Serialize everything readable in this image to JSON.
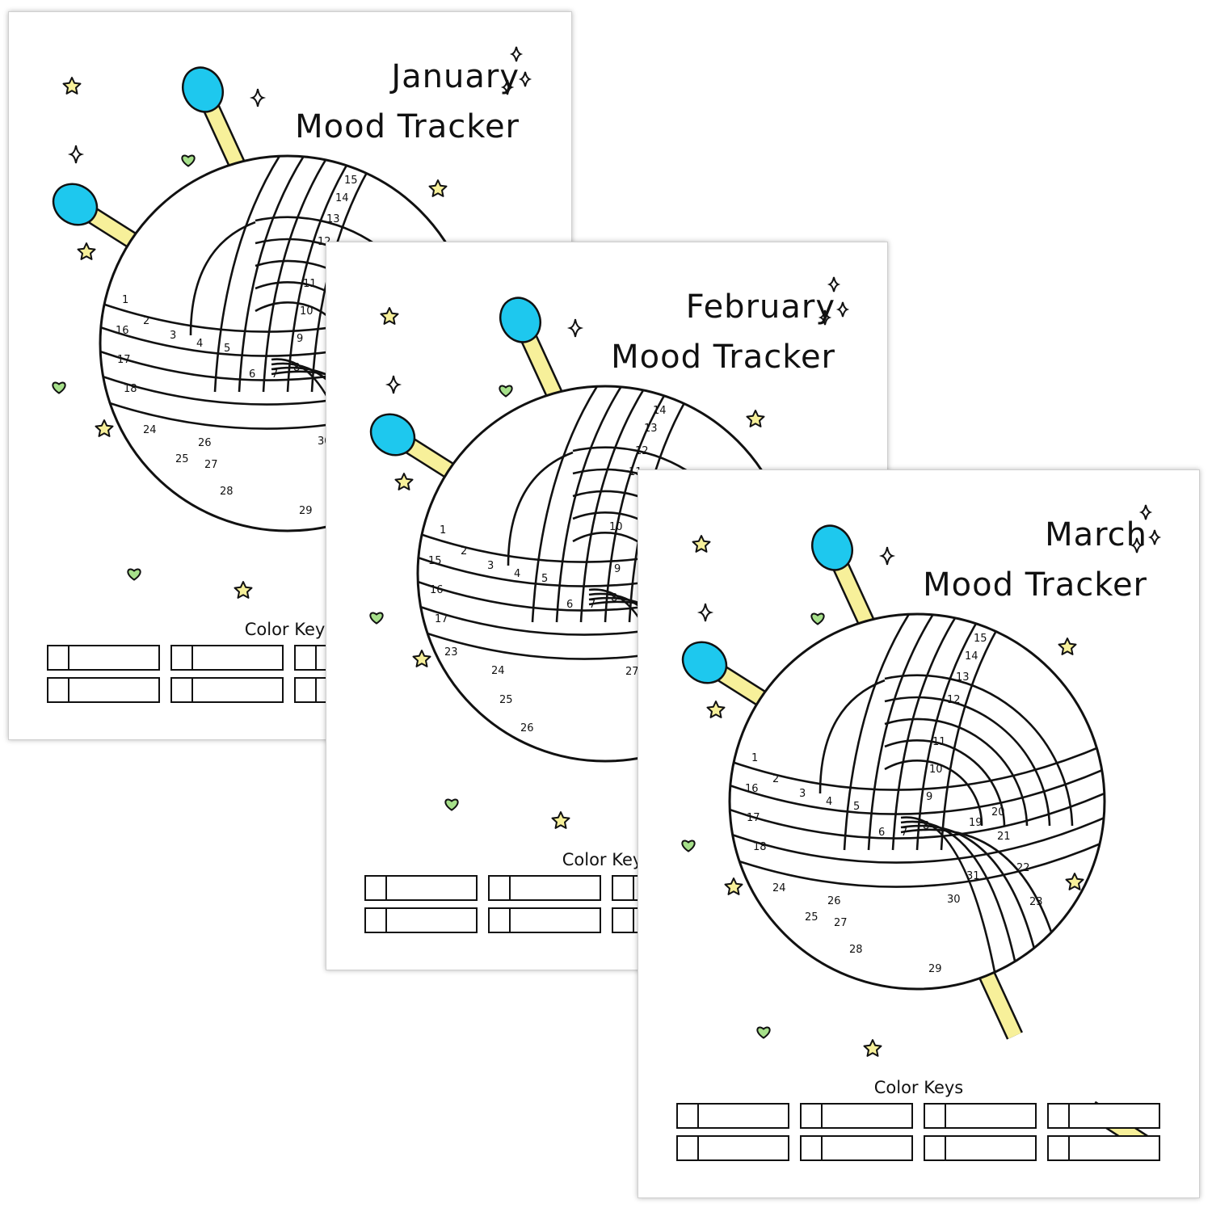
{
  "colors": {
    "needle_tip": "#1ec8ee",
    "needle_shaft": "#f7f09a",
    "star": "#f7f09a",
    "heart": "#a6e08a",
    "outline": "#111111"
  },
  "icons": [
    "star-icon",
    "sparkle-icon",
    "heart-icon",
    "knitting-needle-icon",
    "yarn-ball-icon"
  ],
  "sheets": [
    {
      "month": "January",
      "subtitle": "Mood Tracker",
      "color_keys_label": "Color Keys",
      "days_visible": [
        "1",
        "2",
        "3",
        "4",
        "5",
        "6",
        "7",
        "8",
        "9",
        "10",
        "11",
        "12",
        "13",
        "14",
        "15",
        "16",
        "17",
        "18",
        "24",
        "25",
        "26",
        "27",
        "28",
        "29",
        "30"
      ]
    },
    {
      "month": "February",
      "subtitle": "Mood Tracker",
      "color_keys_label": "Color Keys",
      "days_visible": [
        "1",
        "2",
        "3",
        "4",
        "5",
        "6",
        "7",
        "8",
        "9",
        "10",
        "11",
        "12",
        "13",
        "14",
        "15",
        "16",
        "17",
        "23",
        "24",
        "25",
        "26",
        "27"
      ]
    },
    {
      "month": "March",
      "subtitle": "Mood Tracker",
      "color_keys_label": "Color Keys",
      "days_visible": [
        "1",
        "2",
        "3",
        "4",
        "5",
        "6",
        "7",
        "8",
        "9",
        "10",
        "11",
        "12",
        "13",
        "14",
        "15",
        "16",
        "17",
        "18",
        "19",
        "20",
        "21",
        "22",
        "23",
        "24",
        "25",
        "26",
        "27",
        "28",
        "29",
        "30",
        "31"
      ]
    }
  ],
  "color_key_slots": 8
}
